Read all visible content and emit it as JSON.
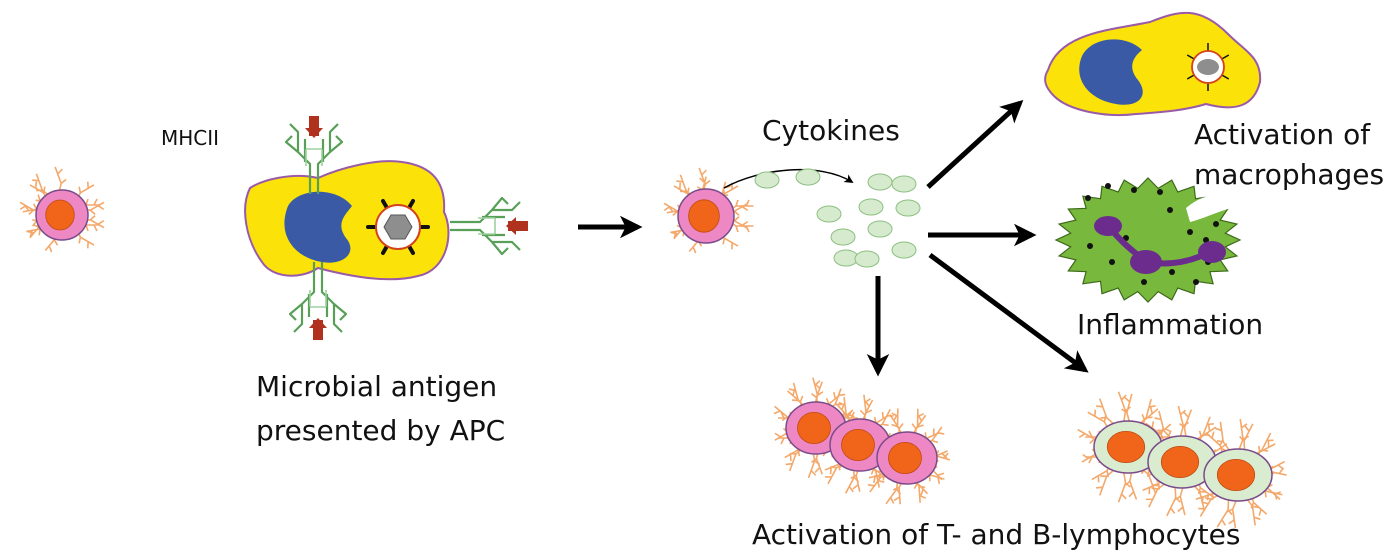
{
  "labels": {
    "mhcii": "MHCII",
    "apc_caption_line1": "Microbial antigen",
    "apc_caption_line2": "presented by APC",
    "cytokines": "Cytokines",
    "macrophage_line1": "Activation of",
    "macrophage_line2": "macrophages",
    "inflammation": "Inflammation",
    "lymphocytes": "Activation of T- and B-lymphocytes"
  },
  "colors": {
    "apc_body": "#fbe30a",
    "apc_border": "#9a5aa8",
    "nucleus_blue": "#3a5aa6",
    "t_cell_body": "#ee88c4",
    "t_cell_nucleus": "#f0651a",
    "b_cell_body": "#d9ecd0",
    "receptor_orange": "#f4a86a",
    "mhc_green": "#58a058",
    "antigen_red": "#b0321e",
    "cytokine_fill": "#d6ebcd",
    "cytokine_stroke": "#8bbf80",
    "granulocyte_body": "#78b83c",
    "granulocyte_nucleus": "#6b2c8e",
    "arrow": "#000000"
  }
}
